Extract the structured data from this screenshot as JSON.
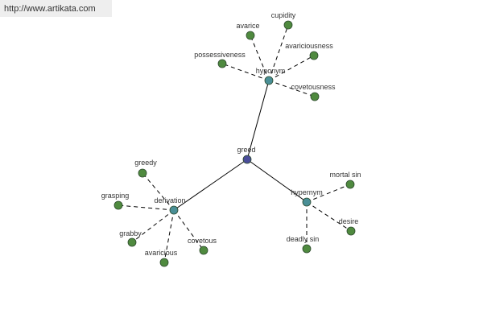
{
  "site_url": "http://www.artikata.com",
  "colors": {
    "root": "#4a4d9a",
    "relation": "#4a8f96",
    "word": "#4f8a3f",
    "node_stroke": "#2d4a2d",
    "solid_edge": "#000000",
    "dashed_edge": "#000000"
  },
  "root": {
    "label": "greed"
  },
  "relations": [
    {
      "key": "hyponym",
      "label": "hyponym",
      "words": [
        "cupidity",
        "avarice",
        "avariciousness",
        "possessiveness",
        "covetousness"
      ]
    },
    {
      "key": "derivation",
      "label": "derivation",
      "words": [
        "greedy",
        "grasping",
        "grabby",
        "avaricious",
        "covetous"
      ]
    },
    {
      "key": "hypernym",
      "label": "hypernym",
      "words": [
        "mortal sin",
        "desire",
        "deadly sin"
      ]
    }
  ]
}
